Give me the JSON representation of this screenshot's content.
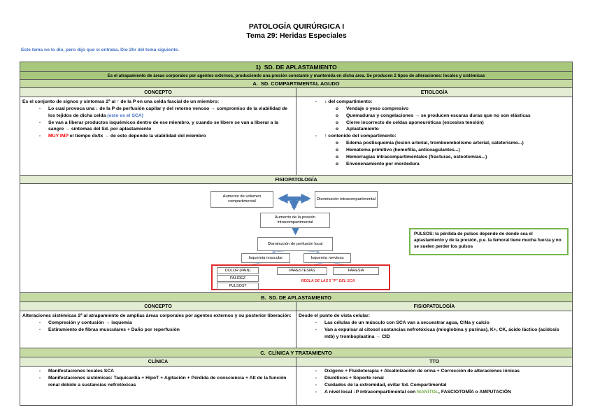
{
  "page": {
    "title_line1": "PATOLOGÍA QUIRÚRGICA I",
    "title_line2": "Tema 29: Heridas Especiales",
    "note": "Este tema no lo dio, pero dijo que si entraba. Dio 2hr del tema siguiente."
  },
  "markers": {
    "dash": "-",
    "circle": "o"
  },
  "colors": {
    "header_green_dark": "#a7c87c",
    "header_green_mid": "#c6dba4",
    "header_green_light": "#e3edd3",
    "blue_text": "#4472c4",
    "red_text": "#ff0000",
    "green_text": "#70ad47",
    "arrow_blue": "#4a7ebb",
    "connector_blue": "#95b3d7",
    "note_border_green": "#77b84e",
    "red_frame": "#e02b2b"
  },
  "section1": {
    "title": "1)  SD. DE APLASTAMIENTO",
    "subtitle": "Es el atrapamiento de áreas corporales por agentes externos, produciendo una presión constante y mantenida en dicha área. Se producen 2 tipos de alteraciones: locales y sistémicas"
  },
  "sectionA": {
    "title": "A.  SD. COMPARTIMENTAL AGUDO",
    "concepto_header": "CONCEPTO",
    "etiologia_header": "ETIOLOGÍA",
    "concepto": {
      "intro": "Es el conjunto de signos y síntomas 2ª al ↑ de la P en una celda fascial de un miembro:",
      "b1_main": "Lo cual provoca una ↓ de la P de perfusión capilar y del retorno venoso → compromiso de la viabilidad de los tejidos de dicha celda ",
      "b1_blue": "(esto es el SCA)",
      "b2": "Se van a liberar productos isquémicos dentro de ese miembro, y cuando se libere se van a liberar a la sangre → síntomas del Sd. por aplastamiento",
      "b3_red": "MUY IMP",
      "b3_rest": " el tiempo dx/tx → de esto depende la viabilidad del miembro"
    },
    "etiologia": {
      "g1_title": "↓ del compartimento:",
      "g1_items": [
        "Vendaje o yeso compresivo",
        "Quemaduras y congelaciones → se producen escaras duras que no son elásticas",
        "Cierre incorrecto de celdas aponeuróticas (excesiva tensión)",
        "Aplastamiento"
      ],
      "g2_title": "↑ contenido del compartimento:",
      "g2_items": [
        "Edema postisquemia (lesión arterial, tromboembolismo arterial, cateterismo...)",
        "Hematoma primitivo (hemofilia, anticoagulantes...)",
        "Hemorragias intracompartimentales (fracturas, osteotomías...)",
        "Envenenamiento por mordedura"
      ]
    }
  },
  "fisio": {
    "header": "FISIOPATOLOGÍA",
    "box_volumen": "Aumento de volumen compartimental",
    "box_disminucion": "Disminución intracompartimental",
    "box_presion": "Aumento de la presión intracompartimental",
    "box_perfusion": "Disminución de perfusión local",
    "box_isquemia_muscular": "Isquemia muscular",
    "box_isquemia_nerviosa": "Isquemia nerviosa",
    "box_dolor": "DOLOR (PAIN)",
    "box_palidez": "PALIDEZ",
    "box_pulsos": "PULSOS?",
    "box_parestesias": "PARESTESIAS",
    "box_paresia": "PARESIA",
    "regla": "REGLA DE LAS 5 \"P\" DEL SCA",
    "pulsos_note_bold": "PULSOS:",
    "pulsos_note_rest": " la pérdida de pulsos depende de donde sea el aplastamiento y de la presión, p.e. la femoral tiene mucha fuerza y no se suelen perder los pulsos"
  },
  "sectionB": {
    "title": "B.  SD. DE APLASTAMIENTO",
    "concepto_header": "CONCEPTO",
    "fisio_header": "FISIOPATOLOGÍA",
    "concepto": {
      "intro": "Alteraciones sistémicas 2ª al atrapamiento de amplias áreas corporales por agentes externos y su posterior liberación:",
      "b1": "Compresión y contusión → isquemia",
      "b2": "Estiramiento de fibras musculares + Daño por reperfusión"
    },
    "fisiopatologia": {
      "intro": "Desde el punto de vista celular:",
      "b1": "Las células de un músculo con SCA van a secuestrar agua, ClNa y calcio",
      "b2": "Van a expulsar al citosol sustancias nefrotóxicas (mioglobina y purinas), K+, CK, ácido láctico (acidosis mtb) y tromboplastina → CID"
    }
  },
  "sectionC": {
    "title": "C.  CLÍNICA Y TRATAMIENTO",
    "clinica_header": "CLÍNICA",
    "tto_header": "TTO",
    "clinica": {
      "b1": "Manifestaciones locales SCA",
      "b2": "Manifestaciones sistémicas: Taquicardia + HipoT + Agitación + Pérdida de consciencia + Alt de la función renal debido a sustancias nefrotóxicas"
    },
    "tto": {
      "b1": "Oxígeno + Fluidoterapia + Alcalinización de orina + Corrección de alteraciones iónicas",
      "b2": "Diuréticos + Soporte renal",
      "b3": "Cuidados de la extremidad, evitar Sd. Compartimental",
      "b4_main": "A nivel local ↓P intracompartimental con ",
      "b4_green": "MANITOL",
      "b4_end": ", FASCIOTOMÍA o AMPUTACIÓN"
    }
  }
}
